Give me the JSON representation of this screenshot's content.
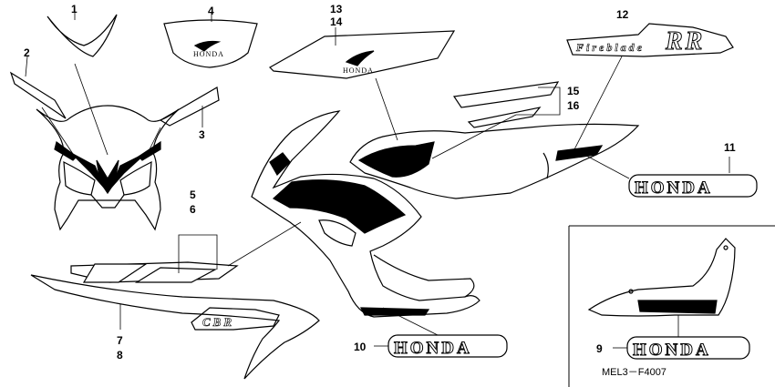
{
  "callouts": {
    "c1": "1",
    "c2": "2",
    "c3": "3",
    "c4": "4",
    "c5": "5",
    "c6": "6",
    "c7": "7",
    "c8": "8",
    "c9": "9",
    "c10": "10",
    "c11": "11",
    "c12": "12",
    "c13": "13",
    "c14": "14",
    "c15": "15",
    "c16": "16"
  },
  "emblems": {
    "honda_word": "HONDA",
    "rr_word": "RR",
    "fireblade_word": "Fireblade",
    "cbr_word": "CBR"
  },
  "diagram_code": "MEL3－F4007",
  "colors": {
    "ink": "#000000",
    "paper": "#ffffff"
  }
}
